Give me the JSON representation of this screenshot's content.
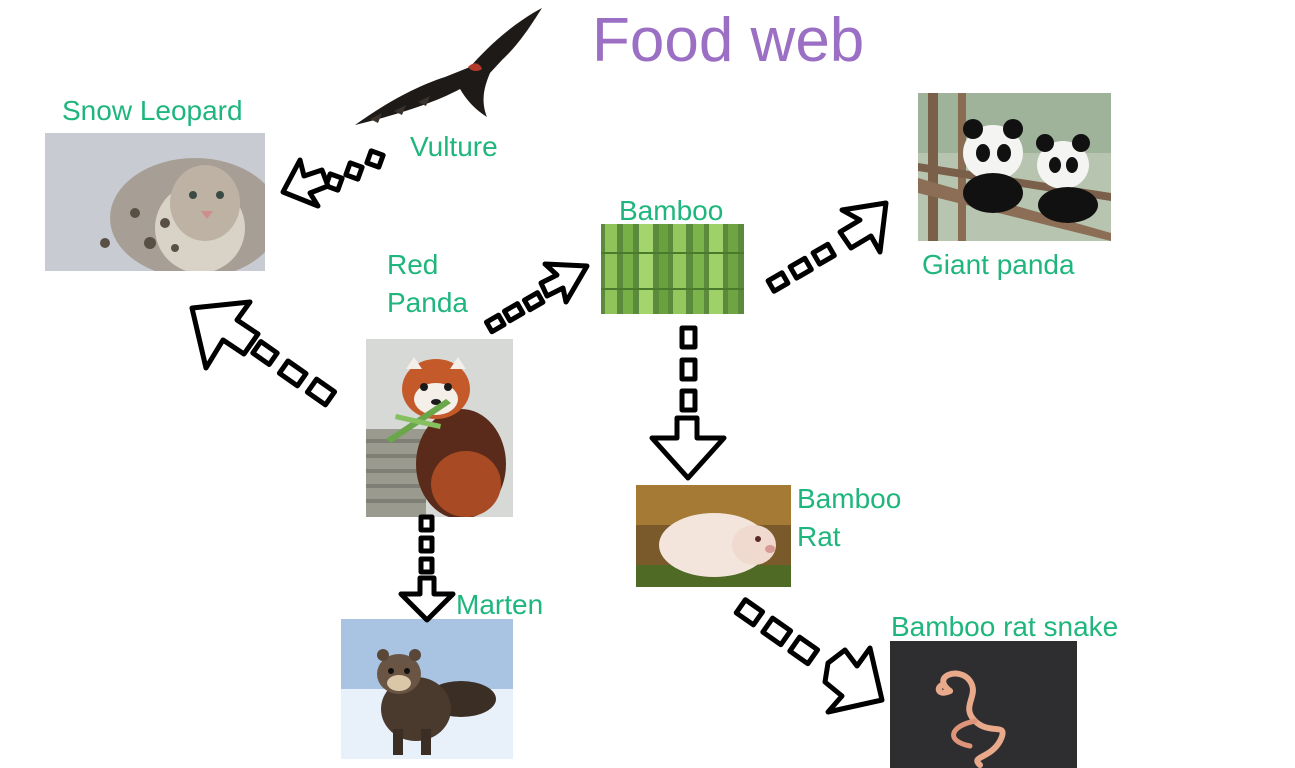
{
  "title": "Food web",
  "nodes": {
    "snow_leopard": "Snow Leopard",
    "vulture": "Vulture",
    "bamboo": "Bamboo",
    "giant_panda": "Giant panda",
    "red_panda": {
      "line1": "Red",
      "line2": "Panda"
    },
    "bamboo_rat": {
      "line1": "Bamboo",
      "line2": "Rat"
    },
    "marten": "Marten",
    "bamboo_rat_snake": "Bamboo rat snake"
  },
  "edges": [
    {
      "from": "Vulture",
      "to": "Snow Leopard"
    },
    {
      "from": "Red Panda",
      "to": "Snow Leopard"
    },
    {
      "from": "Red Panda",
      "to": "Bamboo"
    },
    {
      "from": "Bamboo",
      "to": "Giant panda"
    },
    {
      "from": "Bamboo",
      "to": "Bamboo Rat"
    },
    {
      "from": "Red Panda",
      "to": "Marten"
    },
    {
      "from": "Bamboo Rat",
      "to": "Bamboo rat snake"
    }
  ]
}
